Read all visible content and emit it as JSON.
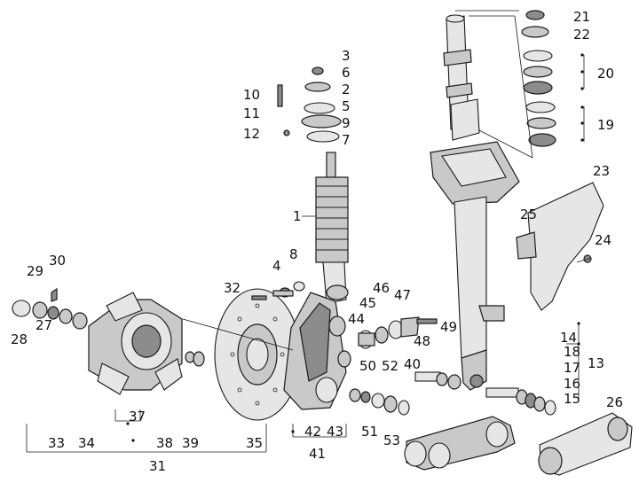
{
  "diagram": {
    "callouts": {
      "c1": "1",
      "c2": "2",
      "c3": "3",
      "c4": "4",
      "c5": "5",
      "c6": "6",
      "c7": "7",
      "c8": "8",
      "c9": "9",
      "c10": "10",
      "c11": "11",
      "c12": "12",
      "c13": "13",
      "c14": "14",
      "c15": "15",
      "c16": "16",
      "c17": "17",
      "c18": "18",
      "c19": "19",
      "c20": "20",
      "c21": "21",
      "c22": "22",
      "c23": "23",
      "c24": "24",
      "c25": "25",
      "c26": "26",
      "c27": "27",
      "c28": "28",
      "c29": "29",
      "c30": "30",
      "c31": "31",
      "c32": "32",
      "c33": "33",
      "c34": "34",
      "c35": "35",
      "c37": "37",
      "c38": "38",
      "c39": "39",
      "c40": "40",
      "c41": "41",
      "c42": "42",
      "c43": "43",
      "c44": "44",
      "c45": "45",
      "c46": "46",
      "c47": "47",
      "c48": "48",
      "c49": "49",
      "c50": "50",
      "c51": "51",
      "c52": "52",
      "c53": "53"
    }
  }
}
